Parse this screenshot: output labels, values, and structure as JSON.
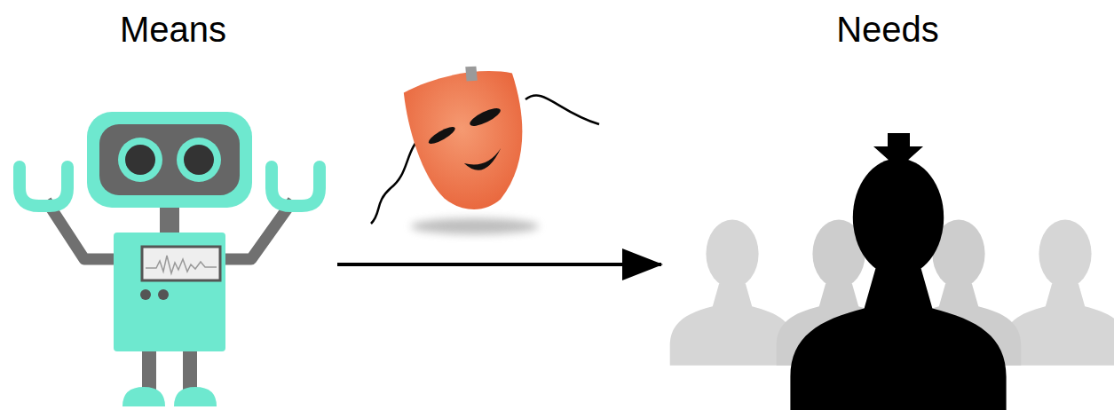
{
  "diagram": {
    "nodes": [
      {
        "text": [
          "Means"
        ]
      },
      {
        "text": [
          "Needs"
        ]
      }
    ],
    "edges": [
      {
        "from": 0,
        "to": 1,
        "arrow": "to"
      }
    ]
  }
}
